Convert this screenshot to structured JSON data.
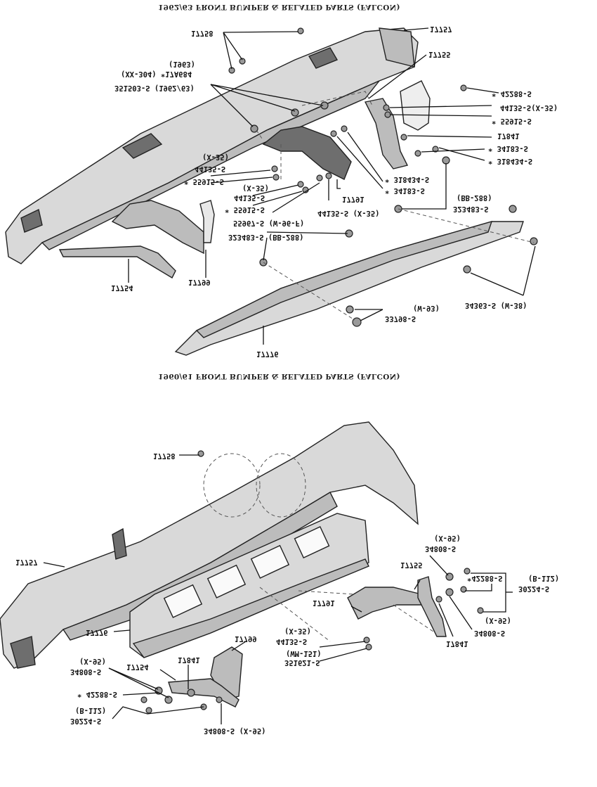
{
  "diagrams": [
    {
      "title": "1962/63   FRONT BUMPER & RELATED PARTS (FALCON)",
      "labels": {
        "bolt_17758": "17758",
        "note_1963": "(1963)",
        "emblem": "(XX-304) *17A684",
        "nut_351503": "351503-S (1962/63)",
        "bumper_17757": "17757",
        "bracket_17755": "17755",
        "bolt_42288": "* 42288-S",
        "washer_44135_x35_r": "44135-S(X-35)",
        "nut_55915_r": "* 55915-S",
        "bracket_17841": "17841",
        "nut_34183_r": "* 34183-S",
        "lock_318434_r": "* 318434-S",
        "lock_318434": "* 318434-S",
        "nut_34183": "* 34183-S",
        "note_x35_a": "(X-35)",
        "washer_44135_a": "44135-S",
        "nut_55915_a": "* 55915-S",
        "note_x35_b": "(X-35)",
        "washer_44135_b": "44135-S",
        "nut_55915_b": "* 55915-S",
        "bracket_17791": "17791",
        "washer_44135_x35_c": "44135-S (X-35)",
        "nut_55967": "55967-S (W-96-F)",
        "bolt_323483_left": "323483-S (BB-288)",
        "note_bb288": "(BB-288)",
        "bolt_323483_right": "323483-S",
        "bracket_17754": "17754",
        "bracket_17799": "17799",
        "note_w93": "(W-93)",
        "nut_33798": "33798-S",
        "nut_34363": "34363-S (W-38)",
        "gravel_deflector_17776": "17776"
      }
    },
    {
      "title": "1960/61  FRONT BUMPER & RELATED PARTS (FALCON)",
      "labels": {
        "bolt_17758": "17758",
        "bumper_17757": "17757",
        "deflector_17776": "17776",
        "bracket_17755": "17755",
        "note_x95_a": "(X-95)",
        "washer_34808_a": "34808-S",
        "bolt_42288_r": "*42288-S",
        "note_b112_r": "(B-112)",
        "bolt_30224_r": "30224-S",
        "note_x95_b": "(X-95)",
        "washer_34808_b": "34808-S",
        "bracket_17841_r": "17841",
        "bracket_17791": "17791",
        "note_x35": "(X-35)",
        "washer_44135": "44135-S",
        "note_wm151": "(WM-151)",
        "nut_351621": "351621-S",
        "bracket_17799": "17799",
        "bracket_17841": "17841",
        "bracket_17754": "17754",
        "note_x95_c": "(X-95)",
        "washer_34808_c": "34808-S",
        "bolt_42288_l": "* 42288-S",
        "note_b112_l": "(B-112)",
        "bolt_30224_l": "30224-S",
        "washer_34808_d": "34808-S (X-95)"
      }
    }
  ]
}
